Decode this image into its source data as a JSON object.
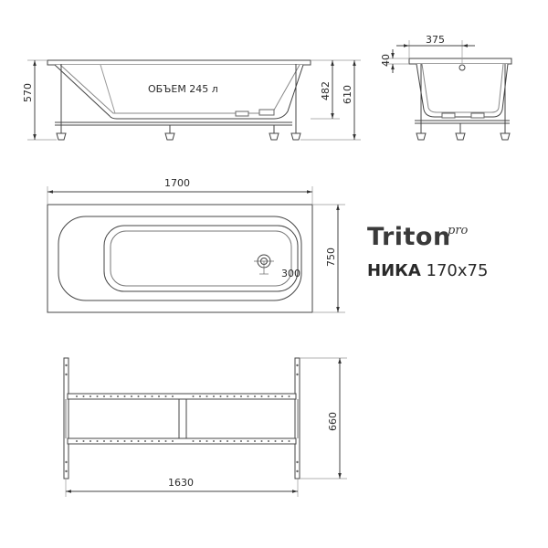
{
  "brand": {
    "name": "Triton",
    "superscript": "pro"
  },
  "model": {
    "name": "НИКА",
    "size": "170x75"
  },
  "side_view": {
    "volume_label": "ОБЪЕМ 245 л",
    "height_total": "570",
    "depth_inner": "482",
    "height_with_rim": "610"
  },
  "end_view": {
    "drain_offset": "375",
    "rim_height": "40"
  },
  "top_view": {
    "length": "1700",
    "width": "750",
    "drain_position": "300"
  },
  "frame_view": {
    "length": "1630",
    "width": "660"
  }
}
